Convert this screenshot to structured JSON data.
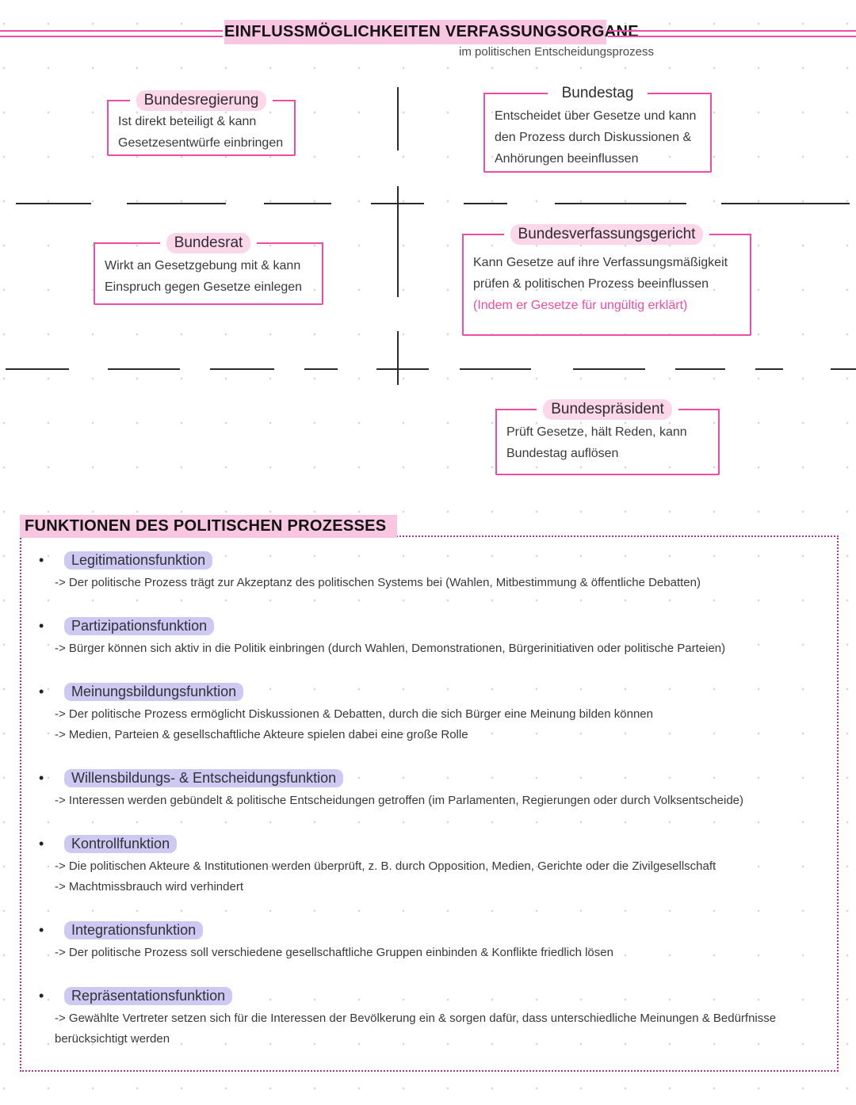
{
  "header": {
    "title": "EINFLUSSMÖGLICHKEITEN VERFASSUNGSORGANE",
    "subtitle": "im politischen Entscheidungsprozess"
  },
  "organs": [
    {
      "title": "Bundesregierung",
      "lines": [
        "Ist direkt beteiligt & kann",
        "Gesetzesentwürfe einbringen"
      ]
    },
    {
      "title": "Bundestag",
      "lines": [
        "Entscheidet über Gesetze und kann",
        "den Prozess durch Diskussionen &",
        "Anhörungen beeinflussen"
      ]
    },
    {
      "title": "Bundesrat",
      "lines": [
        "Wirkt an Gesetzgebung mit & kann",
        "Einspruch gegen Gesetze einlegen"
      ]
    },
    {
      "title": "Bundesverfassungsgericht",
      "lines": [
        "Kann Gesetze auf ihre Verfassungsmäßigkeit",
        "prüfen & politischen Prozess beeinflussen"
      ],
      "note": "(Indem er Gesetze für ungültig erklärt)"
    },
    {
      "title": "Bundespräsident",
      "lines": [
        "Prüft Gesetze, hält Reden, kann",
        "Bundestag auflösen"
      ]
    }
  ],
  "functions": {
    "heading": "FUNKTIONEN DES POLITISCHEN PROZESSES",
    "bullet": "•",
    "items": [
      {
        "title": "Legitimationsfunktion",
        "points": [
          "-> Der politische Prozess trägt zur Akzeptanz des politischen Systems bei (Wahlen, Mitbestimmung & öffentliche Debatten)"
        ]
      },
      {
        "title": "Partizipationsfunktion",
        "points": [
          "-> Bürger können sich aktiv in die Politik einbringen (durch Wahlen, Demonstrationen, Bürgerinitiativen oder politische Parteien)"
        ]
      },
      {
        "title": "Meinungsbildungsfunktion",
        "points": [
          "-> Der politische Prozess ermöglicht Diskussionen & Debatten, durch die sich Bürger eine Meinung bilden können",
          "-> Medien, Parteien & gesellschaftliche Akteure spielen dabei eine große Rolle"
        ]
      },
      {
        "title": "Willensbildungs- & Entscheidungsfunktion",
        "points": [
          "-> Interessen werden gebündelt & politische Entscheidungen getroffen (im Parlamenten, Regierungen oder durch Volksentscheide)"
        ]
      },
      {
        "title": "Kontrollfunktion",
        "points": [
          "-> Die politischen Akteure & Institutionen werden überprüft, z. B. durch Opposition, Medien, Gerichte oder die Zivilgesellschaft",
          "-> Machtmissbrauch wird verhindert"
        ]
      },
      {
        "title": "Integrationsfunktion",
        "points": [
          "-> Der politische Prozess soll verschiedene gesellschaftliche Gruppen einbinden & Konflikte friedlich lösen"
        ]
      },
      {
        "title": "Repräsentationsfunktion",
        "points": [
          "-> Gewählte Vertreter setzen sich für die Interessen der Bevölkerung ein & sorgen dafür, dass unterschiedliche Meinungen & Bedürfnisse berücksichtigt werden"
        ]
      }
    ]
  },
  "colors": {
    "accent": "#ef4da4",
    "hl_pink": "#f8c6e1",
    "hl_pink_soft": "#fbd7e9",
    "hl_lavender": "#cdc9f3",
    "dotted": "#a83a93",
    "note_pink": "#ef4b9f",
    "ink": "#3a383c"
  }
}
